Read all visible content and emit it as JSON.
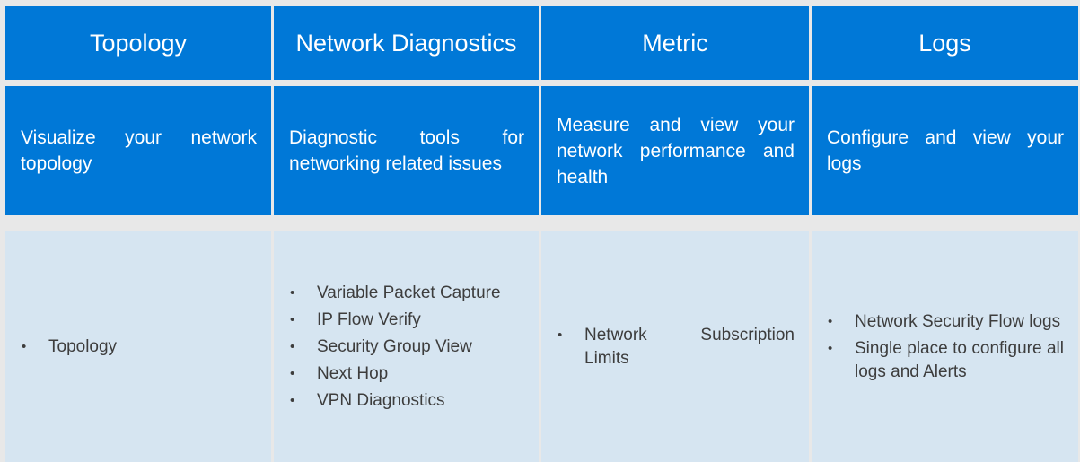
{
  "columns": [
    {
      "header": "Topology",
      "description": "Visualize your network topology",
      "items": [
        "Topology"
      ]
    },
    {
      "header": "Network Diagnostics",
      "description": "Diagnostic tools for networking related issues",
      "items": [
        "Variable Packet Capture",
        "IP Flow Verify",
        "Security Group View",
        "Next Hop",
        "VPN Diagnostics"
      ]
    },
    {
      "header": "Metric",
      "description": "Measure and view your network performance and health",
      "items": [
        "Network Subscription Limits"
      ]
    },
    {
      "header": "Logs",
      "description": "Configure and view your logs",
      "items": [
        "Network Security Flow logs",
        "Single place to configure all logs and Alerts"
      ]
    }
  ],
  "colors": {
    "header_bg": "#0078d7",
    "body_bg": "#d6e5f1",
    "page_bg": "#e8e8e8"
  }
}
